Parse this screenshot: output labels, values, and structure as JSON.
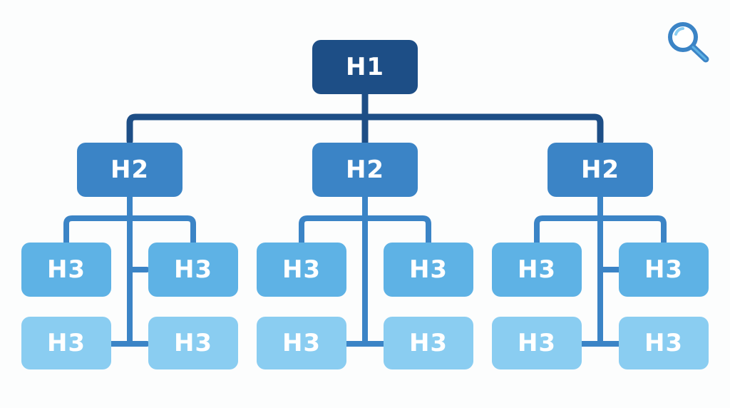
{
  "diagram": {
    "root": {
      "label": "H1"
    },
    "sections": [
      {
        "label": "H2",
        "children": [
          {
            "label": "H3"
          },
          {
            "label": "H3"
          },
          {
            "label": "H3"
          },
          {
            "label": "H3"
          }
        ]
      },
      {
        "label": "H2",
        "children": [
          {
            "label": "H3"
          },
          {
            "label": "H3"
          },
          {
            "label": "H3"
          },
          {
            "label": "H3"
          }
        ]
      },
      {
        "label": "H2",
        "children": [
          {
            "label": "H3"
          },
          {
            "label": "H3"
          },
          {
            "label": "H3"
          },
          {
            "label": "H3"
          }
        ]
      }
    ]
  },
  "colors": {
    "h1": "#1d4e86",
    "h2": "#3b84c6",
    "h3_upper": "#5eb2e5",
    "h3_lower": "#8acdf1",
    "connector_dark": "#1d4e86",
    "connector_mid": "#3b84c6",
    "icon": "#3b84c6"
  },
  "icons": {
    "corner": "search-icon"
  }
}
